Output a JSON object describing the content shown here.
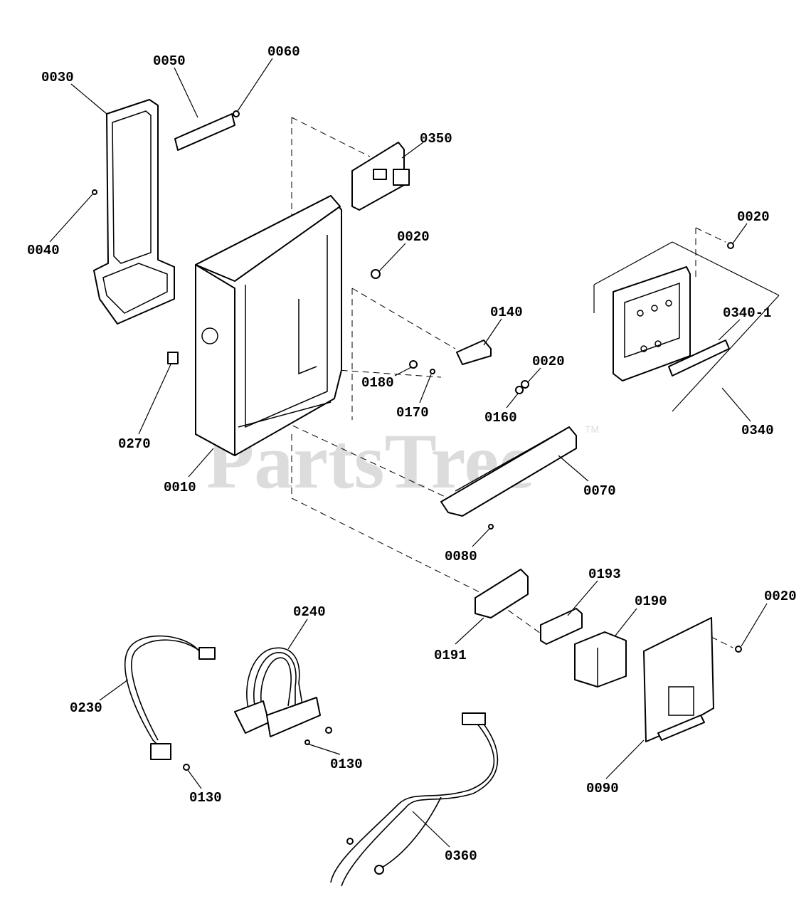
{
  "watermark": {
    "brand": "PartsTree",
    "trademark": "TM"
  },
  "labels": {
    "p0010": "0010",
    "p0020a": "0020",
    "p0020b": "0020",
    "p0020c": "0020",
    "p0020d": "0020",
    "p0030": "0030",
    "p0040": "0040",
    "p0050": "0050",
    "p0060": "0060",
    "p0070": "0070",
    "p0080": "0080",
    "p0090": "0090",
    "p0130a": "0130",
    "p0130b": "0130",
    "p0140": "0140",
    "p0160": "0160",
    "p0170": "0170",
    "p0180": "0180",
    "p0190": "0190",
    "p0191": "0191",
    "p0193": "0193",
    "p0230": "0230",
    "p0240": "0240",
    "p0270": "0270",
    "p0340": "0340",
    "p0340_1": "0340-1",
    "p0350": "0350",
    "p0360": "0360"
  }
}
